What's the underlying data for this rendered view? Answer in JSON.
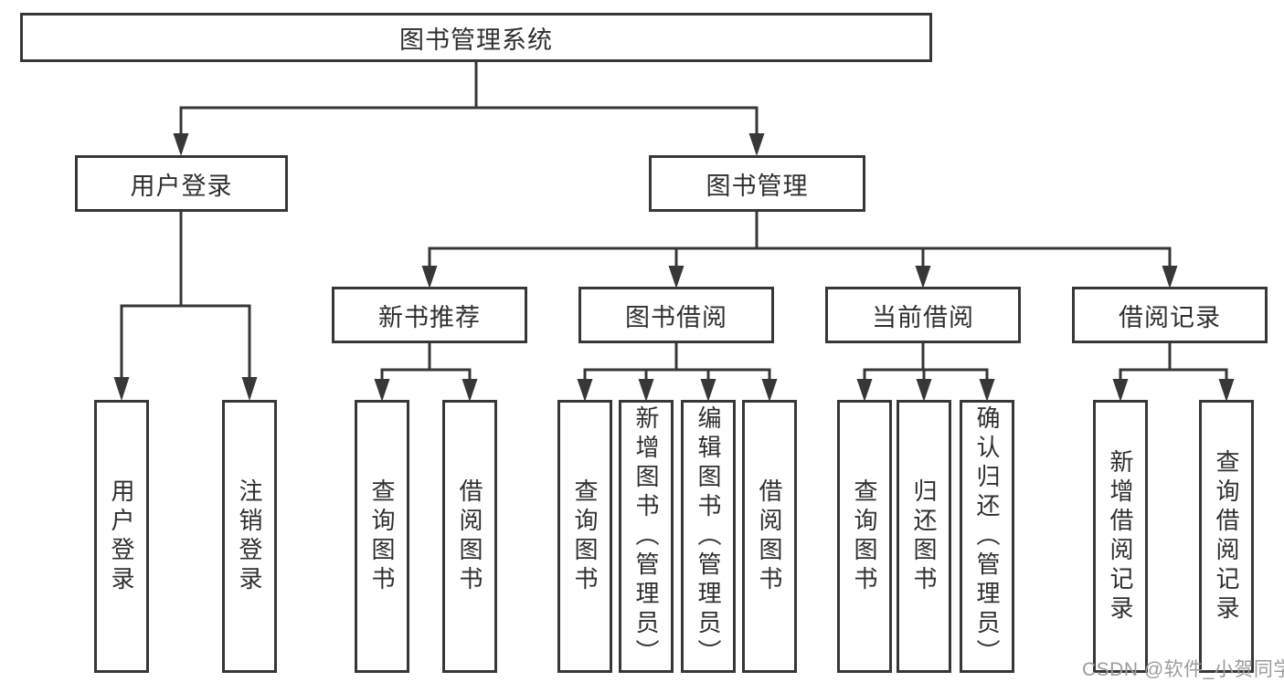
{
  "diagram": {
    "root": {
      "label": "图书管理系统"
    },
    "level2": [
      {
        "label": "用户登录",
        "leaves": [
          {
            "label": "用户登录"
          },
          {
            "label": "注销登录"
          }
        ]
      },
      {
        "label": "图书管理",
        "groups": [
          {
            "label": "新书推荐",
            "leaves": [
              {
                "label": "查询图书"
              },
              {
                "label": "借阅图书"
              }
            ]
          },
          {
            "label": "图书借阅",
            "leaves": [
              {
                "label": "查询图书"
              },
              {
                "label": "新增图书（管理员）"
              },
              {
                "label": "编辑图书（管理员）"
              },
              {
                "label": "借阅图书"
              }
            ]
          },
          {
            "label": "当前借阅",
            "leaves": [
              {
                "label": "查询图书"
              },
              {
                "label": "归还图书"
              },
              {
                "label": "确认归还（管理员）"
              }
            ]
          },
          {
            "label": "借阅记录",
            "leaves": [
              {
                "label": "新增借阅记录"
              },
              {
                "label": "查询借阅记录"
              }
            ]
          }
        ]
      }
    ]
  },
  "watermark": {
    "text": "CSDN @软件_小贺同学"
  },
  "colors": {
    "line": "#373737",
    "box_border": "#373737",
    "text": "#2f2f2f",
    "background": "#ffffff",
    "watermark": "#9c9c9c"
  }
}
